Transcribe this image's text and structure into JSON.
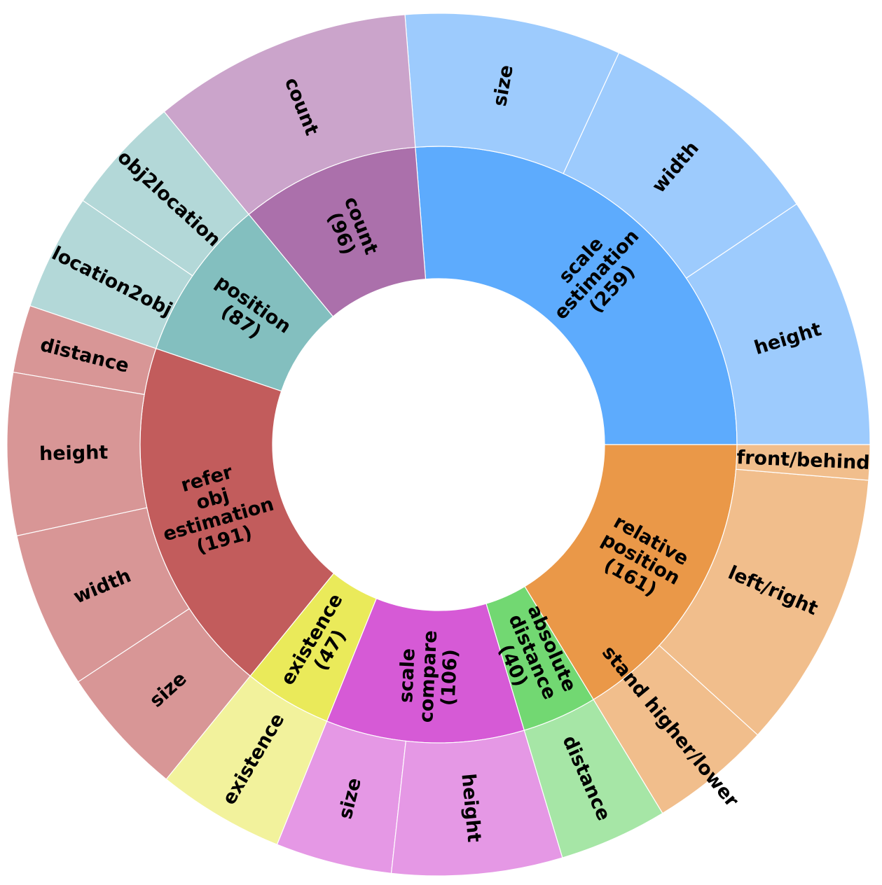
{
  "chart_data": {
    "type": "sunburst",
    "title": "",
    "categories": [
      {
        "name": "scale estimation",
        "value": 259,
        "label_lines": [
          "scale",
          "estimation",
          "(259)"
        ],
        "color": "#5dabfd",
        "light_color": "#9dcbfd",
        "children": [
          {
            "name": "height",
            "value": 93
          },
          {
            "name": "width",
            "value": 86
          },
          {
            "name": "size",
            "value": 80
          }
        ]
      },
      {
        "name": "count",
        "value": 96,
        "label_lines": [
          "count",
          "(96)"
        ],
        "color": "#ab70ab",
        "light_color": "#cba4cb",
        "children": [
          {
            "name": "count",
            "value": 96
          }
        ]
      },
      {
        "name": "position",
        "value": 87,
        "label_lines": [
          "position",
          "(87)"
        ],
        "color": "#83bfbf",
        "light_color": "#b3d8d8",
        "children": [
          {
            "name": "obj2location",
            "value": 44
          },
          {
            "name": "location2obj",
            "value": 43
          }
        ]
      },
      {
        "name": "refer obj estimation",
        "value": 191,
        "label_lines": [
          "refer",
          "obj",
          "estimation",
          "(191)"
        ],
        "color": "#c25c5c",
        "light_color": "#d89696",
        "children": [
          {
            "name": "distance",
            "value": 25
          },
          {
            "name": "height",
            "value": 60
          },
          {
            "name": "width",
            "value": 58
          },
          {
            "name": "size",
            "value": 48
          }
        ]
      },
      {
        "name": "existence",
        "value": 47,
        "label_lines": [
          "existence",
          "(47)"
        ],
        "color": "#eaea5a",
        "light_color": "#f2f29c",
        "children": [
          {
            "name": "existence",
            "value": 47
          }
        ]
      },
      {
        "name": "scale compare",
        "value": 106,
        "label_lines": [
          "scale",
          "compare",
          "(106)"
        ],
        "color": "#d65ad6",
        "light_color": "#e598e5",
        "children": [
          {
            "name": "size",
            "value": 43
          },
          {
            "name": "height",
            "value": 63
          }
        ]
      },
      {
        "name": "absolute distance",
        "value": 40,
        "label_lines": [
          "absolute",
          "distance",
          "(40)"
        ],
        "color": "#72d872",
        "light_color": "#a6e6a6",
        "children": [
          {
            "name": "distance",
            "value": 40
          }
        ]
      },
      {
        "name": "relative position",
        "value": 161,
        "label_lines": [
          "relative",
          "position",
          "(161)"
        ],
        "color": "#ea9848",
        "light_color": "#f1be8c",
        "children": [
          {
            "name": "stand higher/lower",
            "value": 45
          },
          {
            "name": "left/right",
            "value": 103
          },
          {
            "name": "front/behind",
            "value": 13
          }
        ]
      }
    ]
  }
}
